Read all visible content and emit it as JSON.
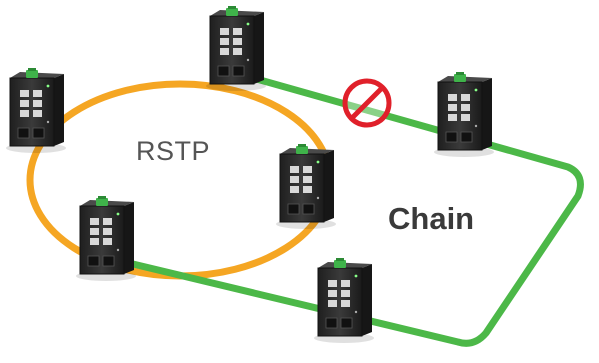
{
  "diagram": {
    "ring_label": "RSTP",
    "chain_label": "Chain",
    "colors": {
      "rstp_ring": "#f5a623",
      "chain_link": "#4cb848",
      "blocked_sign": "#e0202a",
      "switch_body": "#2e2e2e",
      "switch_status_led": "#3fb34a"
    },
    "icons": [
      "industrial-switch-icon",
      "blocked-link-icon"
    ],
    "device_count": 6
  }
}
